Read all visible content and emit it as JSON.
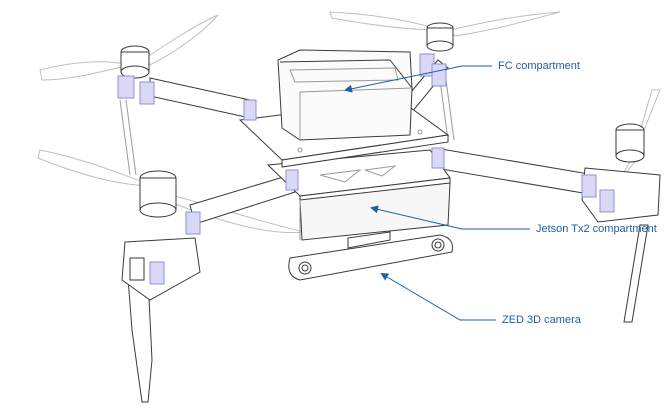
{
  "colors": {
    "background": "#ffffff",
    "line_dark": "#3a3a3a",
    "line_light": "#9a9a9a",
    "propeller": "#bfbfbf",
    "clamp_accent": "#8f8fd8",
    "annotation": "#1f5ea8"
  },
  "diagram": {
    "callouts": [
      {
        "id": "fc",
        "text": "FC compartment"
      },
      {
        "id": "jetson",
        "text": "Jetson Tx2 compartment"
      },
      {
        "id": "zed",
        "text": "ZED 3D camera"
      }
    ]
  }
}
